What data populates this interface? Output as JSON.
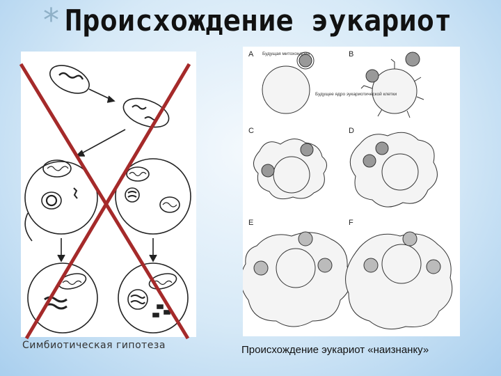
{
  "slide": {
    "title": "Происхождение эукариот",
    "bullet_glyph": "*"
  },
  "left_figure": {
    "caption": "Симбиотическая гипотеза",
    "crossed_out": true,
    "cross_color": "#a52a2a"
  },
  "right_figure": {
    "caption": "Происхождение эукариот «наизнанку»",
    "panels": [
      "A",
      "B",
      "C",
      "D",
      "E",
      "F"
    ],
    "annotation_mito": "Будущая митохондрия",
    "annotation_nucleus": "Будущее ядро эукариотической клетки"
  }
}
